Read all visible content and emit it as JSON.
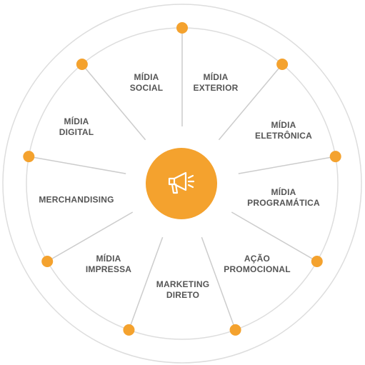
{
  "colors": {
    "accent": "#f4a22e",
    "ring": "#dddddd",
    "spoke": "#cccccc",
    "label": "#555555"
  },
  "hub": {
    "icon": "megaphone-icon"
  },
  "segments": [
    {
      "line1": "MÍDIA",
      "line2": "SOCIAL"
    },
    {
      "line1": "MÍDIA",
      "line2": "EXTERIOR"
    },
    {
      "line1": "MÍDIA",
      "line2": "ELETRÔNICA"
    },
    {
      "line1": "MÍDIA",
      "line2": "PROGRAMÁTICA"
    },
    {
      "line1": "AÇÃO",
      "line2": "PROMOCIONAL"
    },
    {
      "line1": "MARKETING",
      "line2": "DIRETO"
    },
    {
      "line1": "MÍDIA",
      "line2": "IMPRESSA"
    },
    {
      "line1": "MERCHANDISING",
      "line2": ""
    },
    {
      "line1": "MÍDIA",
      "line2": "DIGITAL"
    }
  ]
}
